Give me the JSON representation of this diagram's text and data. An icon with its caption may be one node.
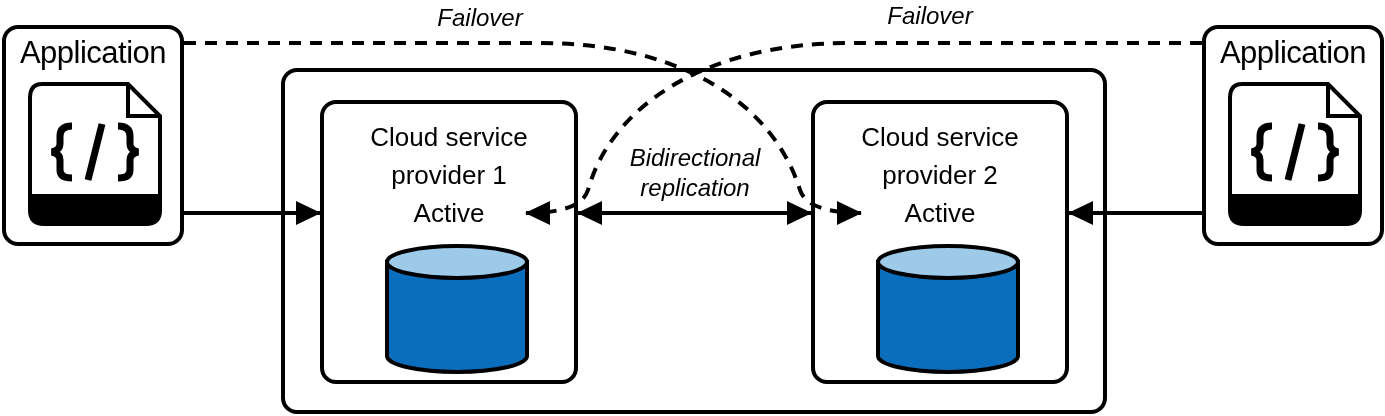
{
  "diagram": {
    "nodes": [
      {
        "text": [
          "Application"
        ]
      },
      {
        "text": [],
        "shape": "box"
      },
      {
        "text": [
          "Cloud service provider 1 Active"
        ],
        "in": 1
      },
      {
        "text": [
          "Cloud service provider 2 Active"
        ],
        "in": 1
      },
      {
        "text": [
          "Application"
        ]
      }
    ],
    "edges": [
      {
        "from": 0,
        "to": 2,
        "arrow": "to"
      },
      {
        "from": 4,
        "to": 3,
        "arrow": "to"
      },
      {
        "from": 2,
        "to": 3,
        "arrow": "both",
        "label": "Bidirectional replication"
      },
      {
        "from": 0,
        "to": 3,
        "arrow": "to",
        "style": "dashed",
        "label": "Failover"
      },
      {
        "from": 4,
        "to": 2,
        "arrow": "to",
        "style": "dashed",
        "label": "Failover"
      }
    ]
  }
}
